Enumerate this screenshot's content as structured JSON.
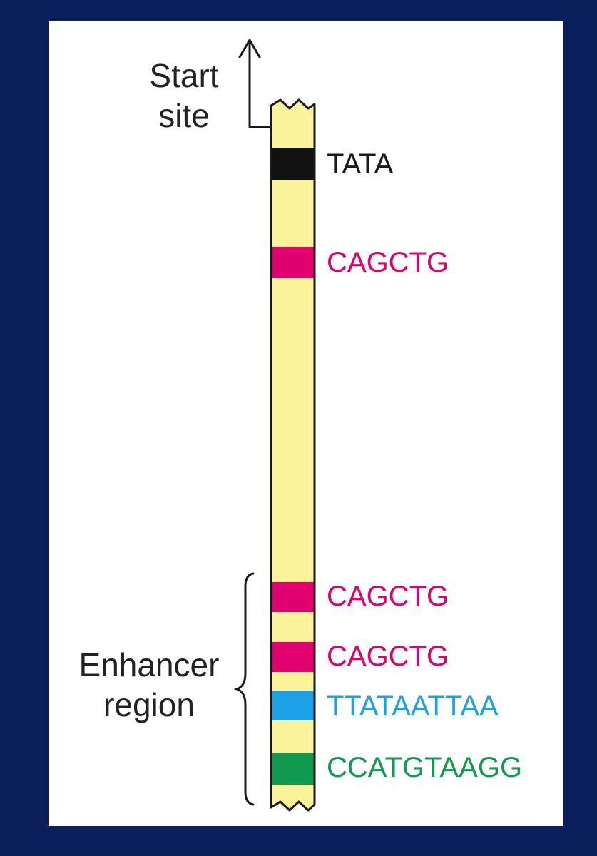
{
  "start_site": {
    "line1": "Start",
    "line2": "site"
  },
  "enhancer": {
    "line1": "Enhancer",
    "line2": "region"
  },
  "dna_color": "#faf39a",
  "motifs": [
    {
      "id": "tata",
      "label": "TATA",
      "color": "#111111",
      "text_color": "#1a1a1a"
    },
    {
      "id": "cagctg-1",
      "label": "CAGCTG",
      "color": "#e0006f",
      "text_color": "#e0006f"
    },
    {
      "id": "cagctg-2",
      "label": "CAGCTG",
      "color": "#e0006f",
      "text_color": "#e0006f"
    },
    {
      "id": "cagctg-3",
      "label": "CAGCTG",
      "color": "#e0006f",
      "text_color": "#e0006f"
    },
    {
      "id": "ttataattaa",
      "label": "TTATAATTAA",
      "color": "#1ea0e6",
      "text_color": "#1ea0e6"
    },
    {
      "id": "ccatgtaagg",
      "label": "CCATGTAAGG",
      "color": "#0f9a50",
      "text_color": "#0f9a50"
    }
  ]
}
